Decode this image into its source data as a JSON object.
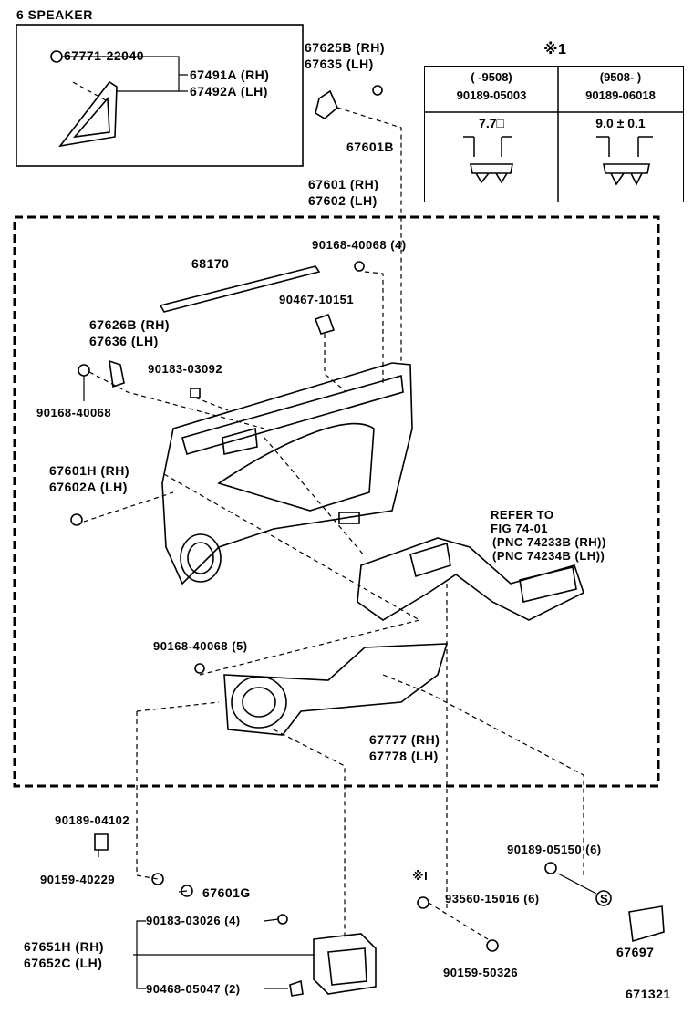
{
  "title": "6 SPEAKER",
  "parts": {
    "p67771": "67771-22040",
    "p67491": "67491A (RH)",
    "p67492": "67492A (LH)",
    "p67625": "67625B (RH)",
    "p67635": "67635   (LH)",
    "p67601B": "67601B",
    "p67601": "67601 (RH)",
    "p67602": "67602 (LH)",
    "p90168_4": "90168-40068 (4)",
    "p68170": "68170",
    "p90467": "90467-10151",
    "p67626": "67626B (RH)",
    "p67636": "67636   (LH)",
    "p90183_092": "90183-03092",
    "p90168": "90168-40068",
    "p67601H": "67601H (RH)",
    "p67602A": "67602A (LH)",
    "refer1": "REFER TO",
    "refer2": "FIG 74-01",
    "refer3": "(PNC 74233B (RH))",
    "refer4": "(PNC 74234B (LH))",
    "p90168_5": "90168-40068 (5)",
    "p67777": "67777 (RH)",
    "p67778": "67778 (LH)",
    "p90189_04102": "90189-04102",
    "p90159_40229": "90159-40229",
    "p67601G": "67601G",
    "p90183_026": "90183-03026 (4)",
    "p67651H": "67651H (RH)",
    "p67652C": "67652C (LH)",
    "p90468": "90468-05047 (2)",
    "p90189_05150": "90189-05150 (6)",
    "p93560": "93560-15016 (6)",
    "s_mark": "S",
    "star1_small": "※I",
    "p90159_50326": "90159-50326",
    "p67697": "67697",
    "diagram_no": "671321"
  },
  "table": {
    "title": "※1",
    "col1_date": "(      -9508)",
    "col2_date": "(9508-        )",
    "col1_part": "90189-05003",
    "col2_part": "90189-06018",
    "col1_dim": "7.7□",
    "col2_dim": "9.0 ± 0.1"
  }
}
